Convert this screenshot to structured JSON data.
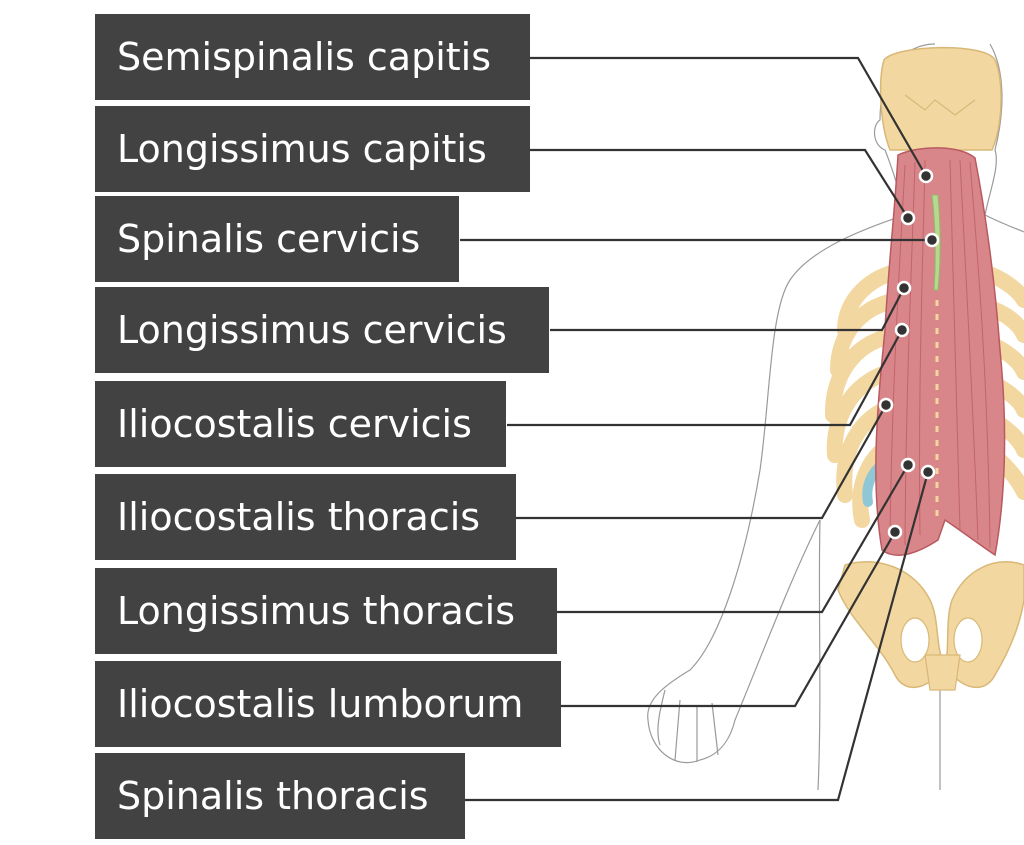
{
  "labels": [
    {
      "id": "semispinalis-capitis",
      "text": "Semispinalis capitis"
    },
    {
      "id": "longissimus-capitis",
      "text": "Longissimus capitis"
    },
    {
      "id": "spinalis-cervicis",
      "text": "Spinalis cervicis"
    },
    {
      "id": "longissimus-cervicis",
      "text": "Longissimus cervicis"
    },
    {
      "id": "iliocostalis-cervicis",
      "text": "Iliocostalis cervicis"
    },
    {
      "id": "iliocostalis-thoracis",
      "text": "Iliocostalis thoracis"
    },
    {
      "id": "longissimus-thoracis",
      "text": "Longissimus thoracis"
    },
    {
      "id": "iliocostalis-lumborum",
      "text": "Iliocostalis lumborum"
    },
    {
      "id": "spinalis-thoracis",
      "text": "Spinalis thoracis"
    }
  ],
  "colors": {
    "label_bg": "#424242",
    "label_text": "#ffffff",
    "leader_line": "#333333",
    "muscle": "#d9868a",
    "muscle_dark": "#b85a60",
    "bone": "#f2d7a0",
    "bone_outline": "#d9b877",
    "cartilage": "#8fc7d6",
    "ligament": "#b7d98f",
    "body_outline": "#9a9a9a"
  }
}
